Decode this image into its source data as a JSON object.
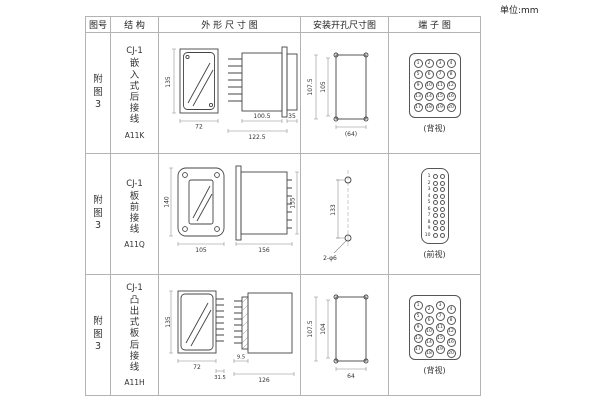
{
  "page": {
    "unit_label": "单位:mm"
  },
  "table": {
    "headers": {
      "fig": "图号",
      "structure": "结 构",
      "outline": "外 形 尺 寸 图",
      "mounting": "安装开孔尺寸图",
      "terminal": "端 子 图"
    },
    "rows": [
      {
        "fig": "附图3",
        "model": "CJ-1",
        "structure_chars": "嵌入式后接线",
        "code": "A11K",
        "outline": {
          "h": "135",
          "w": "72",
          "d1": "100.5",
          "d2": "122.5",
          "d3": "35"
        },
        "mounting": {
          "v1": "107.5",
          "v2": "105",
          "h1": "(64)"
        },
        "terminal": {
          "view": "(背视)",
          "grid": {
            "rows": 5,
            "cols": 4,
            "start": 1,
            "numbered": true
          }
        }
      },
      {
        "fig": "附图3",
        "model": "CJ-1",
        "structure_chars": "板前接线",
        "code": "A11Q",
        "outline": {
          "h": "140",
          "w": "105",
          "d1": "135",
          "d2": "156"
        },
        "mounting": {
          "v1": "133",
          "note": "2-φ6"
        },
        "terminal": {
          "view": "(前视)",
          "grid": {
            "rows": 10,
            "cols": 2,
            "start": 1,
            "numbered": false,
            "row_labels": true
          }
        }
      },
      {
        "fig": "附图3",
        "model": "CJ-1",
        "structure_chars": "凸出式板后接线",
        "code": "A11H",
        "outline": {
          "h": "135",
          "w": "72",
          "d1": "31.5",
          "d2": "9.5",
          "d3": "126"
        },
        "mounting": {
          "v1": "107.5",
          "v2": "104",
          "h1": "64"
        },
        "terminal": {
          "view": "(背视)",
          "grid": {
            "rows": 5,
            "cols": 4,
            "start": 1,
            "numbered": true,
            "stagger": true
          }
        }
      }
    ]
  }
}
